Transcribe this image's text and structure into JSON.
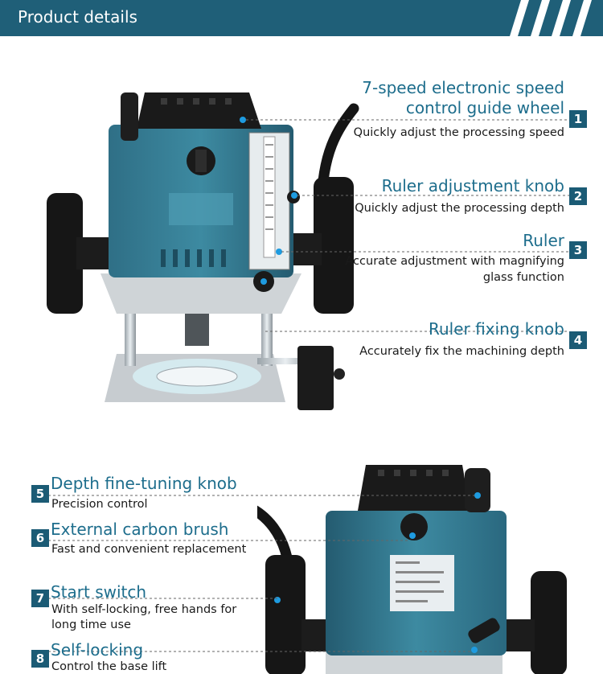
{
  "header": {
    "title": "Product details"
  },
  "colors": {
    "accent": "#1d6d8c",
    "header_bg": "#1f5f78",
    "badge_bg": "#1b5b75",
    "callout_dot": "#1e9be0"
  },
  "features": [
    {
      "num": "1",
      "title_line1": "7-speed electronic speed",
      "title_line2": "control guide wheel",
      "desc": "Quickly adjust the processing speed"
    },
    {
      "num": "2",
      "title": "Ruler adjustment knob",
      "desc": "Quickly adjust the processing depth"
    },
    {
      "num": "3",
      "title": "Ruler",
      "desc_line1": "Accurate adjustment with magnifying",
      "desc_line2": "glass function"
    },
    {
      "num": "4",
      "title": "Ruler fixing knob",
      "desc": "Accurately fix the machining depth"
    },
    {
      "num": "5",
      "title": "Depth fine-tuning knob",
      "desc": "Precision control"
    },
    {
      "num": "6",
      "title": "External carbon brush",
      "desc": "Fast and convenient replacement"
    },
    {
      "num": "7",
      "title": "Start switch",
      "desc_line1": "With self-locking, free hands for",
      "desc_line2": "long time use"
    },
    {
      "num": "8",
      "title": "Self-locking",
      "desc": "Control the base lift"
    }
  ]
}
